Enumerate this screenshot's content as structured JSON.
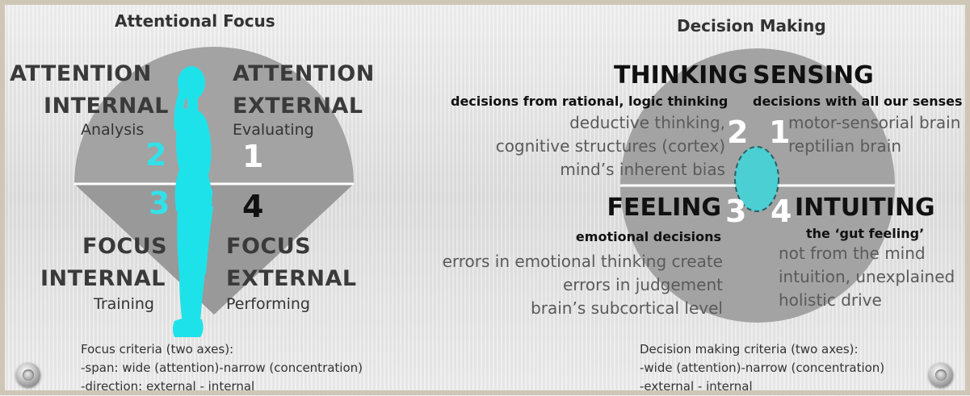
{
  "left": {
    "title": "Attentional Focus",
    "attention_internal": [
      "ATTENTION",
      "INTERNAL"
    ],
    "attention_internal_sub": "Analysis",
    "attention_external": [
      "ATTENTION",
      "EXTERNAL"
    ],
    "attention_external_sub": "Evaluating",
    "focus_internal": [
      "FOCUS",
      "INTERNAL"
    ],
    "focus_internal_sub": "Training",
    "focus_external": [
      "FOCUS",
      "EXTERNAL"
    ],
    "focus_external_sub": "Performing",
    "numbers": [
      "1",
      "2",
      "3",
      "4"
    ],
    "criteria": [
      "Focus criteria (two axes):",
      "-span:  wide (attention)-narrow (concentration)",
      "-direction: external - internal"
    ]
  },
  "right": {
    "title": "Decision Making",
    "thinking": "THINKING",
    "thinking_sub": "decisions from rational, logic thinking",
    "thinking_lines": [
      "deductive thinking,",
      "cognitive structures (cortex)",
      "mind’s inherent bias"
    ],
    "sensing": "SENSING",
    "sensing_sub": "decisions with all our senses",
    "sensing_lines": [
      "motor-sensorial brain",
      "reptilian brain"
    ],
    "feeling": "FEELING",
    "feeling_sub": "emotional decisions",
    "feeling_lines": [
      "errors in emotional thinking create",
      "errors in judgement",
      "brain’s subcortical level"
    ],
    "intuiting": "INTUITING",
    "intuiting_sub": "the ‘gut feeling’",
    "intuiting_lines": [
      "not from the mind",
      "intuition, unexplained",
      "holistic drive"
    ],
    "numbers": [
      "1",
      "2",
      "3",
      "4"
    ],
    "criteria": [
      "Decision making criteria (two axes):",
      "-wide (attention)-narrow (concentration)",
      "-external - internal"
    ]
  },
  "colors": {
    "shape_upper": "#a3a3a3",
    "shape_lower": "#9a9a9a",
    "figure": "#1ee2ea",
    "center_oval": "#4bcfd2"
  }
}
